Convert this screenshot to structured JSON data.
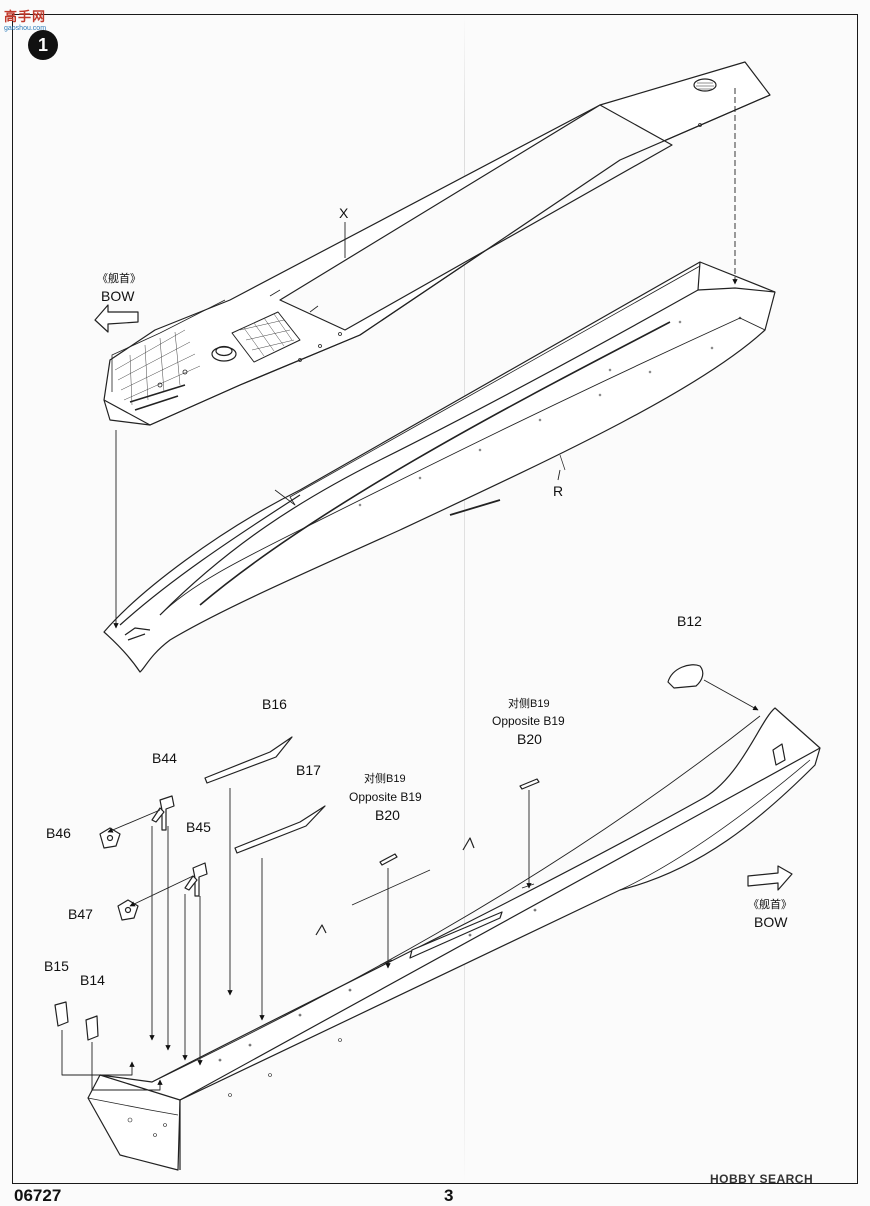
{
  "watermark_top": {
    "text": "高手网",
    "sub": "gaoshou.com"
  },
  "step": "1",
  "top_assembly": {
    "bow_cn": "《舰首》",
    "bow_en": "BOW",
    "part_x": "X",
    "part_r": "R"
  },
  "bottom_assembly": {
    "b12": "B12",
    "b16": "B16",
    "b17": "B17",
    "b44": "B44",
    "b45": "B45",
    "b46": "B46",
    "b47": "B47",
    "b15": "B15",
    "b14": "B14",
    "opposite_1_cn": "对侧B19",
    "opposite_1_en": "Opposite B19",
    "b20_1": "B20",
    "opposite_2_cn": "对侧B19",
    "opposite_2_en": "Opposite B19",
    "b20_2": "B20",
    "bow_cn": "《舰首》",
    "bow_en": "BOW"
  },
  "watermark_bottom": "HOBBY SEARCH",
  "footer": {
    "code": "06727",
    "page": "3"
  }
}
